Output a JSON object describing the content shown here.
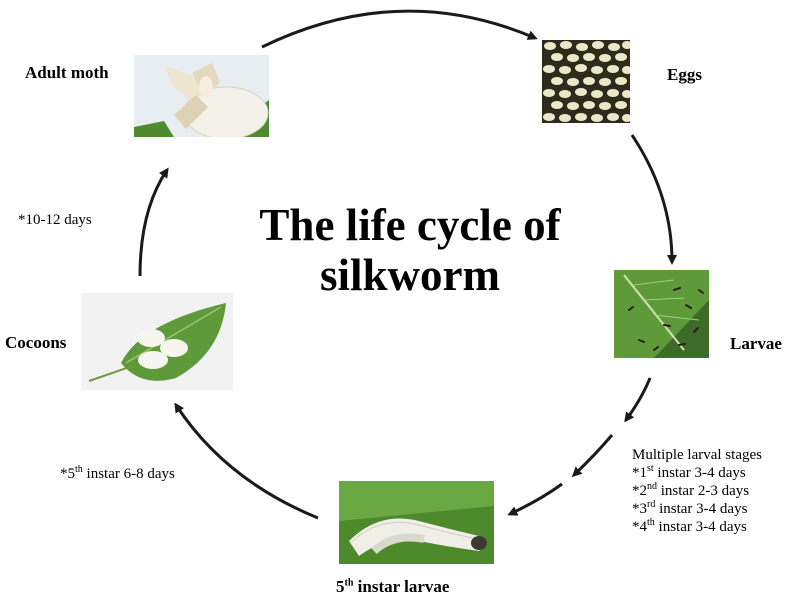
{
  "title": {
    "line1": "The life cycle of",
    "line2": "silkworm"
  },
  "stages": {
    "adult_moth": "Adult moth",
    "eggs": "Eggs",
    "larvae": "Larvae",
    "fifth_instar": {
      "prefix": "5",
      "sup": "th",
      "rest": " instar larvae"
    },
    "cocoons": "Cocoons"
  },
  "notes": {
    "adult_days": "*10-12 days",
    "fifth_instar_days": {
      "prefix": "*5",
      "sup": "th",
      "rest": " instar 6-8 days"
    },
    "larval_heading": "Multiple larval stages",
    "larval_stages": [
      {
        "prefix": "*1",
        "sup": "st",
        "rest": " instar 3-4 days"
      },
      {
        "prefix": "*2",
        "sup": "nd",
        "rest": " instar 2-3 days"
      },
      {
        "prefix": "*3",
        "sup": "rd",
        "rest": " instar 3-4 days"
      },
      {
        "prefix": "*4",
        "sup": "th",
        "rest": " instar 3-4 days"
      }
    ]
  },
  "colors": {
    "arrow": "#1a1a1a",
    "leaf": "#5f9a3a",
    "silk": "#f3f1ea"
  }
}
